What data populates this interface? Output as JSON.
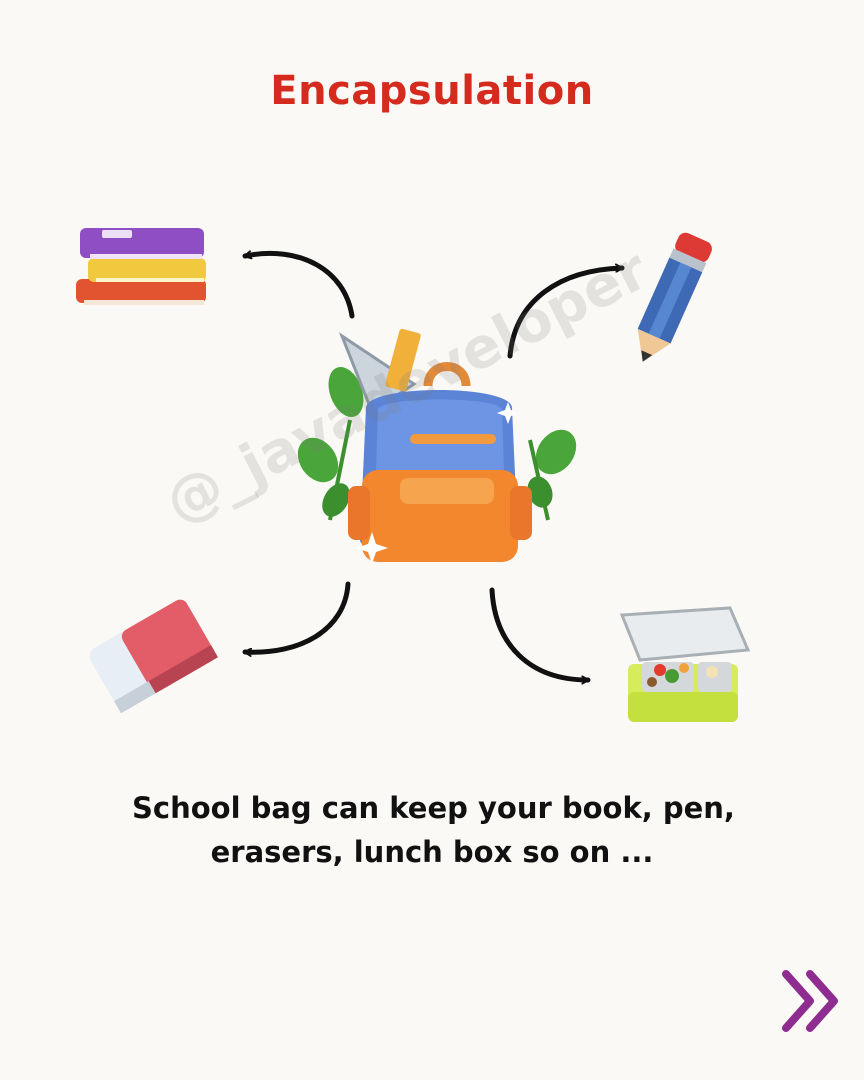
{
  "title": "Encapsulation",
  "caption": {
    "line1": "School bag can keep your book, pen,",
    "line2": "erasers, lunch box so on ..."
  },
  "watermark": "@_javadeveloper",
  "icons": {
    "center": "school-bag-icon",
    "items": [
      "books-icon",
      "pencil-icon",
      "eraser-icon",
      "lunch-box-icon"
    ],
    "next": "double-chevron-right-icon"
  },
  "colors": {
    "title": "#d42b1e",
    "caption": "#111111",
    "arrows": "#111111",
    "next": "#8e2d8f"
  }
}
